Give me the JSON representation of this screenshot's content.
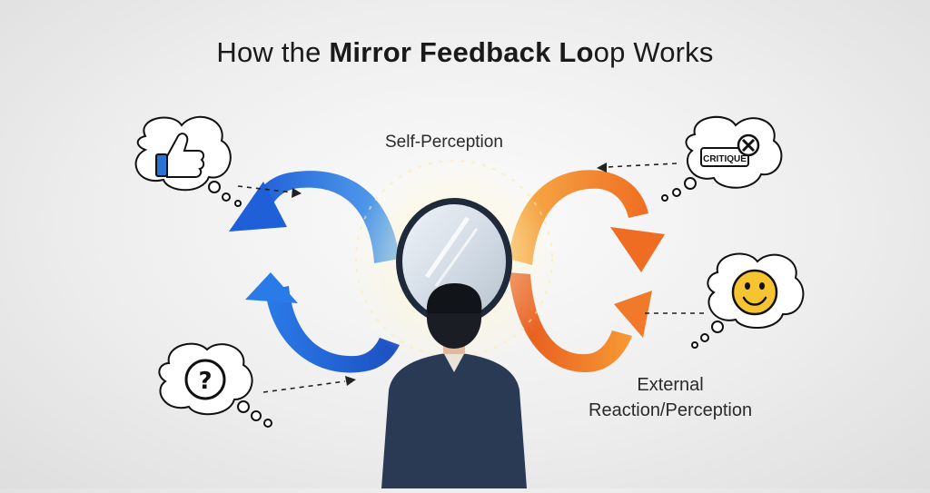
{
  "title": {
    "prefix": "How the ",
    "bold": "Mirror Feedback Lo",
    "suffix": "op Works"
  },
  "labels": {
    "self_perception": "Self-Perception",
    "external_line1": "External",
    "external_line2": "Reaction/Perception"
  },
  "bubbles": {
    "top_left_icon": "thumbs-up-icon",
    "bottom_left_icon": "question-mark-icon",
    "bottom_left_text": "?",
    "top_right_icon": "critique-x-icon",
    "top_right_text": "CRITIQUE",
    "bottom_right_icon": "smiley-face-icon"
  },
  "colors": {
    "blue_loop": "#2f6fe0",
    "orange_loop": "#f07a2a",
    "mirror_frame": "#1e2a3a",
    "person_suit": "#2a3a55"
  }
}
